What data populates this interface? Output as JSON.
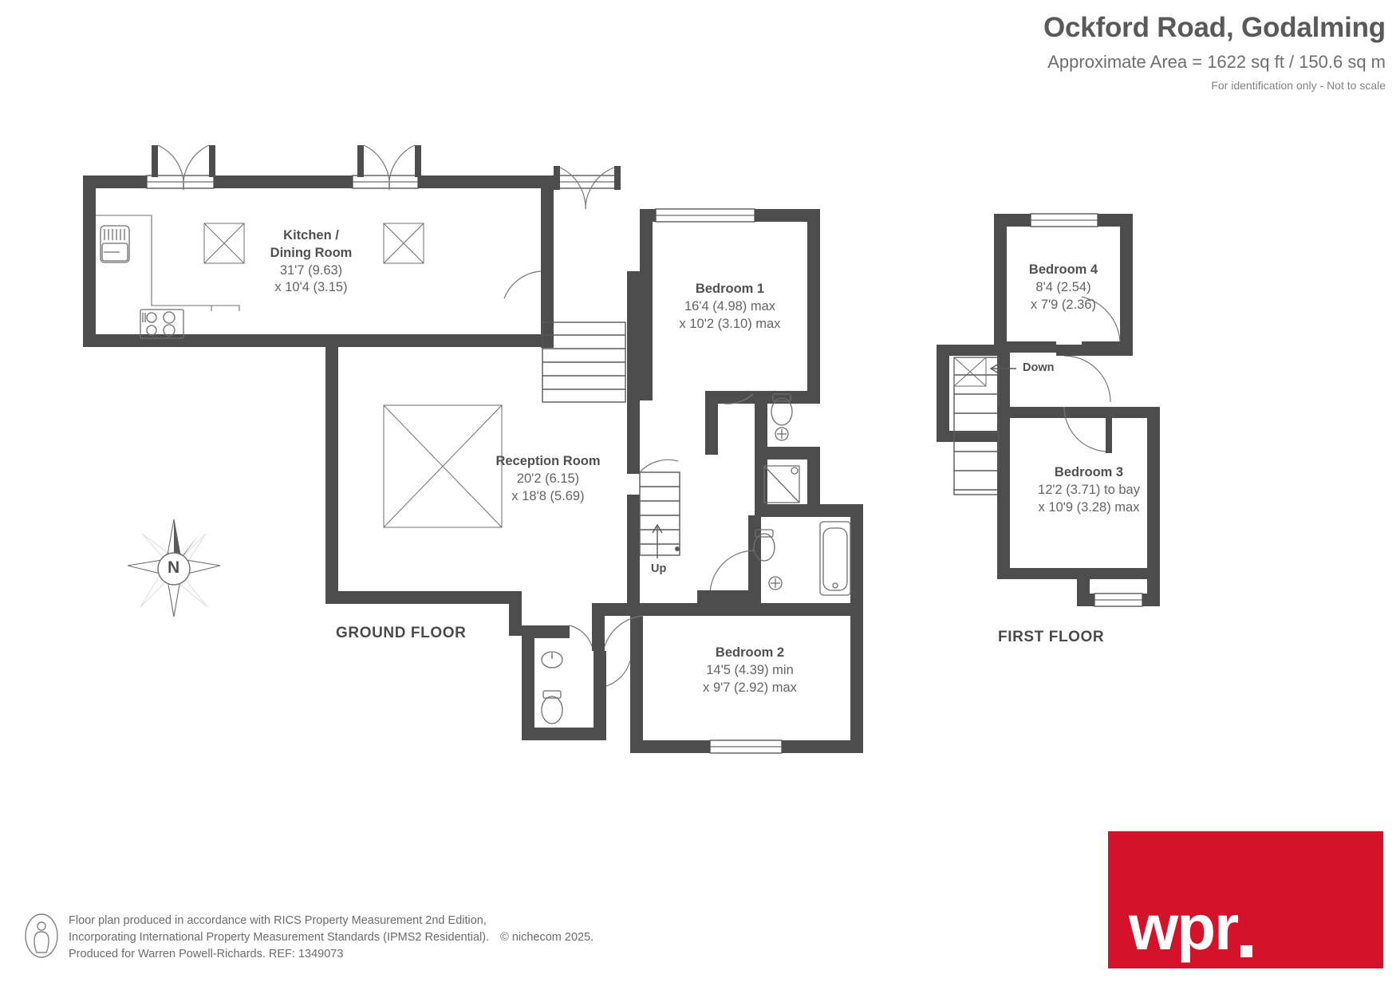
{
  "header": {
    "title": "Ockford Road, Godalming",
    "area": "Approximate Area = 1622 sq ft / 150.6 sq m",
    "disclaimer": "For identification only - Not to scale"
  },
  "floors": [
    {
      "id": "ground",
      "label": "GROUND FLOOR"
    },
    {
      "id": "first",
      "label": "FIRST FLOOR"
    }
  ],
  "rooms": [
    {
      "id": "kitchen_dining",
      "name_line1": "Kitchen /",
      "name_line2": "Dining Room",
      "dim1": "31'7 (9.63)",
      "dim2": "x 10'4 (3.15)"
    },
    {
      "id": "reception",
      "name_line1": "Reception Room",
      "dim1": "20'2 (6.15)",
      "dim2": "x 18'8 (5.69)"
    },
    {
      "id": "bedroom1",
      "name_line1": "Bedroom 1",
      "dim1": "16'4 (4.98) max",
      "dim2": "x 10'2 (3.10) max"
    },
    {
      "id": "bedroom2",
      "name_line1": "Bedroom 2",
      "dim1": "14'5 (4.39) min",
      "dim2": "x 9'7 (2.92) max"
    },
    {
      "id": "bedroom3",
      "name_line1": "Bedroom 3",
      "dim1": "12'2 (3.71) to bay",
      "dim2": "x 10'9 (3.28) max"
    },
    {
      "id": "bedroom4",
      "name_line1": "Bedroom 4",
      "dim1": "8'4 (2.54)",
      "dim2": "x 7'9 (2.36)"
    }
  ],
  "stair_labels": {
    "up": "Up",
    "down": "Down"
  },
  "compass": {
    "north_letter": "N"
  },
  "footer": {
    "line1": "Floor plan produced in accordance with RICS Property Measurement 2nd Edition,",
    "line2": "Incorporating International Property Measurement Standards (IPMS2 Residential).",
    "copyright": "© nichecom 2025.",
    "line3": "Produced for Warren Powell-Richards.   REF: 1349073"
  },
  "logo": {
    "text": "wpr",
    "color": "#d4122a"
  },
  "colors": {
    "wall": "#4d4d4d",
    "text_dark": "#4f5052",
    "text_mid": "#636466",
    "accent_red": "#d4122a"
  }
}
